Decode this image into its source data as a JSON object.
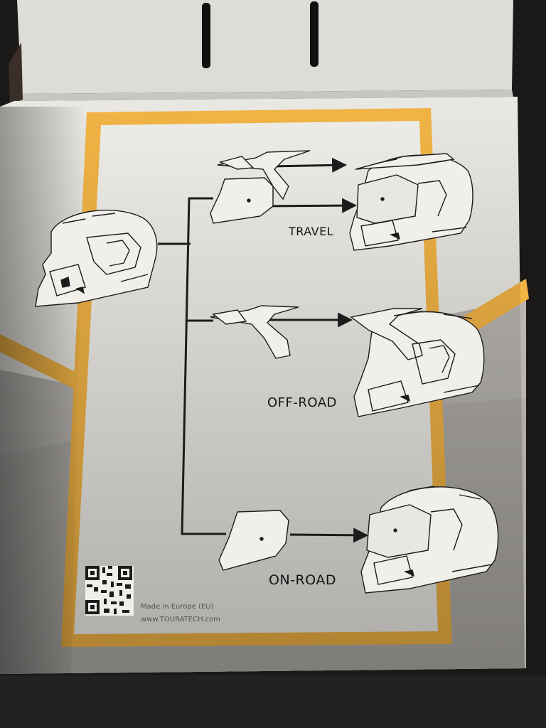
{
  "labels": {
    "travel": "TRAVEL",
    "offroad": "OFF-ROAD",
    "onroad": "ON-ROAD"
  },
  "footer": {
    "made_in": "Made in Europe (EU)",
    "website": "www.TOURATECH.com"
  },
  "colors": {
    "box_white": "#e9e8e3",
    "frame_orange": "#f2b445",
    "line_art": "#1c1c1c",
    "gray_band": "#b5b2ae",
    "background_dark": "#1a1918"
  }
}
